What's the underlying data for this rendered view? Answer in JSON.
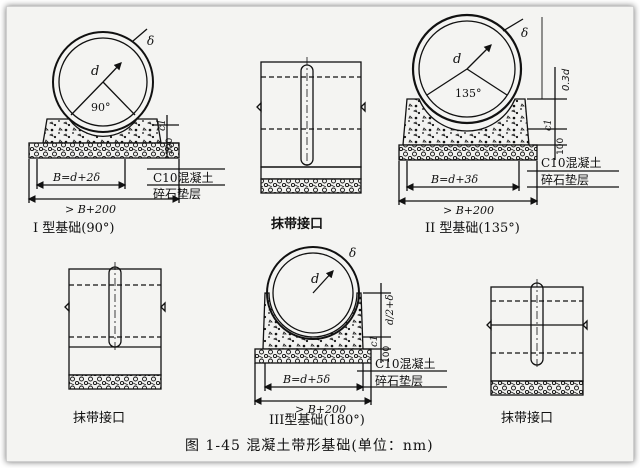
{
  "colors": {
    "ink": "#111111",
    "paper": "#f4f4f2",
    "frame_shadow": "#555555"
  },
  "labels": {
    "type1_caption": "I 型基础(90°)",
    "type2_caption": "II 型基础(135°)",
    "type3_caption": "III型基础(180°)",
    "band_joint": "抹带接口",
    "figure_caption": "图 1-45   混凝土带形基础(单位：nm)",
    "c10": "C10混凝土",
    "gravel": "碎石垫层",
    "pipe_d": "d",
    "wall_delta": "δ",
    "c1": "c1",
    "h100": "100",
    "angle_90": "90°",
    "angle_135": "135°",
    "b_type1": "B=d+2δ",
    "b_type2": "B=d+3δ",
    "b_type3": "B=d+5δ",
    "b_plus_200": "> B+200",
    "h_03d": "0.3d",
    "h_d2": "d/2+δ"
  }
}
